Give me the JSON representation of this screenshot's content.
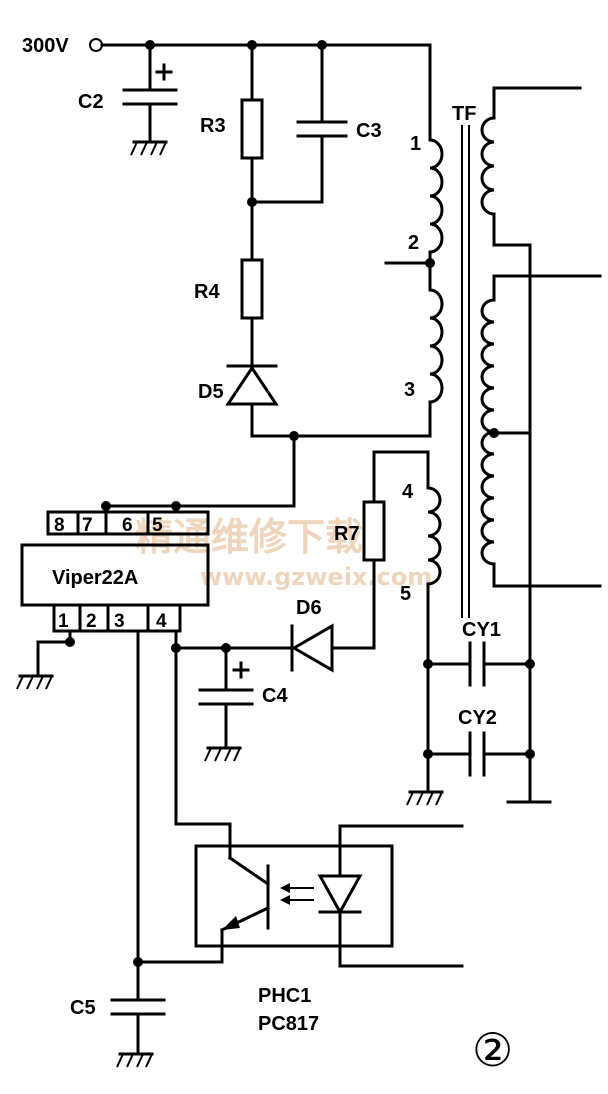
{
  "labels": {
    "v300": "300V",
    "c2": "C2",
    "r3": "R3",
    "c3": "C3",
    "r4": "R4",
    "d5": "D5",
    "tf": "TF",
    "p1": "1",
    "p2": "2",
    "p3": "3",
    "p4": "4",
    "p5": "5",
    "ic_name": "Viper22A",
    "ic_pin8": "8",
    "ic_pin7": "7",
    "ic_pin6": "6",
    "ic_pin5": "5",
    "ic_pin1": "1",
    "ic_pin2": "2",
    "ic_pin3": "3",
    "ic_pin4": "4",
    "r7": "R7",
    "d6": "D6",
    "c4": "C4",
    "cy1": "CY1",
    "cy2": "CY2",
    "c5": "C5",
    "phc1": "PHC1",
    "pc817": "PC817",
    "fig": "②"
  },
  "watermark": {
    "cn": "精通维修下载",
    "url": "www.gzweix.com"
  }
}
